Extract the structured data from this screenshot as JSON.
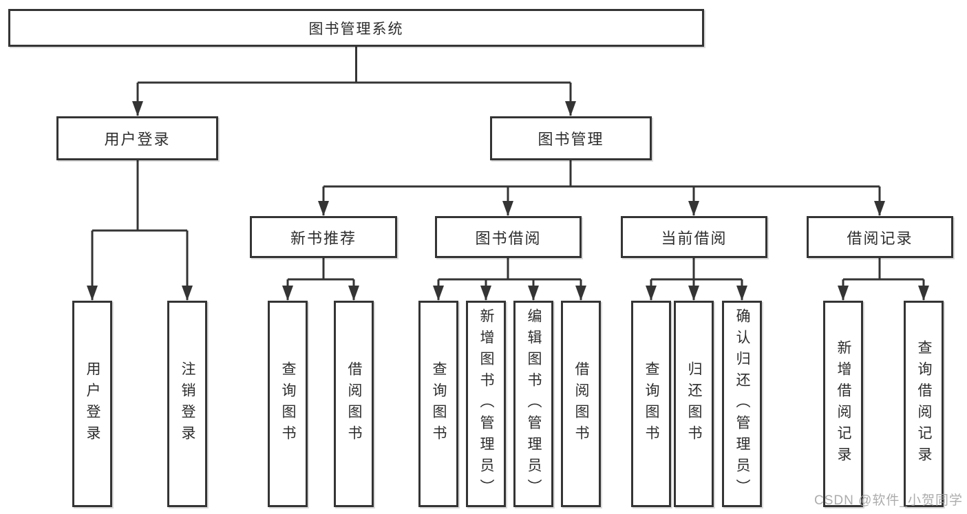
{
  "tree": {
    "root": {
      "label": "图书管理系统"
    },
    "branches": [
      {
        "label": "用户登录",
        "children": [
          {
            "label": "用户登录"
          },
          {
            "label": "注销登录"
          }
        ]
      },
      {
        "label": "图书管理",
        "children": [
          {
            "label": "新书推荐",
            "children": [
              {
                "label": "查询图书"
              },
              {
                "label": "借阅图书"
              }
            ]
          },
          {
            "label": "图书借阅",
            "children": [
              {
                "label": "查询图书"
              },
              {
                "label": "新增图书（管理员）"
              },
              {
                "label": "编辑图书（管理员）"
              },
              {
                "label": "借阅图书"
              }
            ]
          },
          {
            "label": "当前借阅",
            "children": [
              {
                "label": "查询图书"
              },
              {
                "label": "归还图书"
              },
              {
                "label": "确认归还（管理员）"
              }
            ]
          },
          {
            "label": "借阅记录",
            "children": [
              {
                "label": "新增借阅记录"
              },
              {
                "label": "查询借阅记录"
              }
            ]
          }
        ]
      }
    ]
  },
  "watermark": {
    "text": "CSDN @软件_小贺同学"
  },
  "colors": {
    "line": "#343434",
    "box_border": "#343434",
    "box_background": "#ffffff",
    "text": "#2d2d2d",
    "watermark": "#9e9e9e",
    "background": "#ffffff"
  }
}
